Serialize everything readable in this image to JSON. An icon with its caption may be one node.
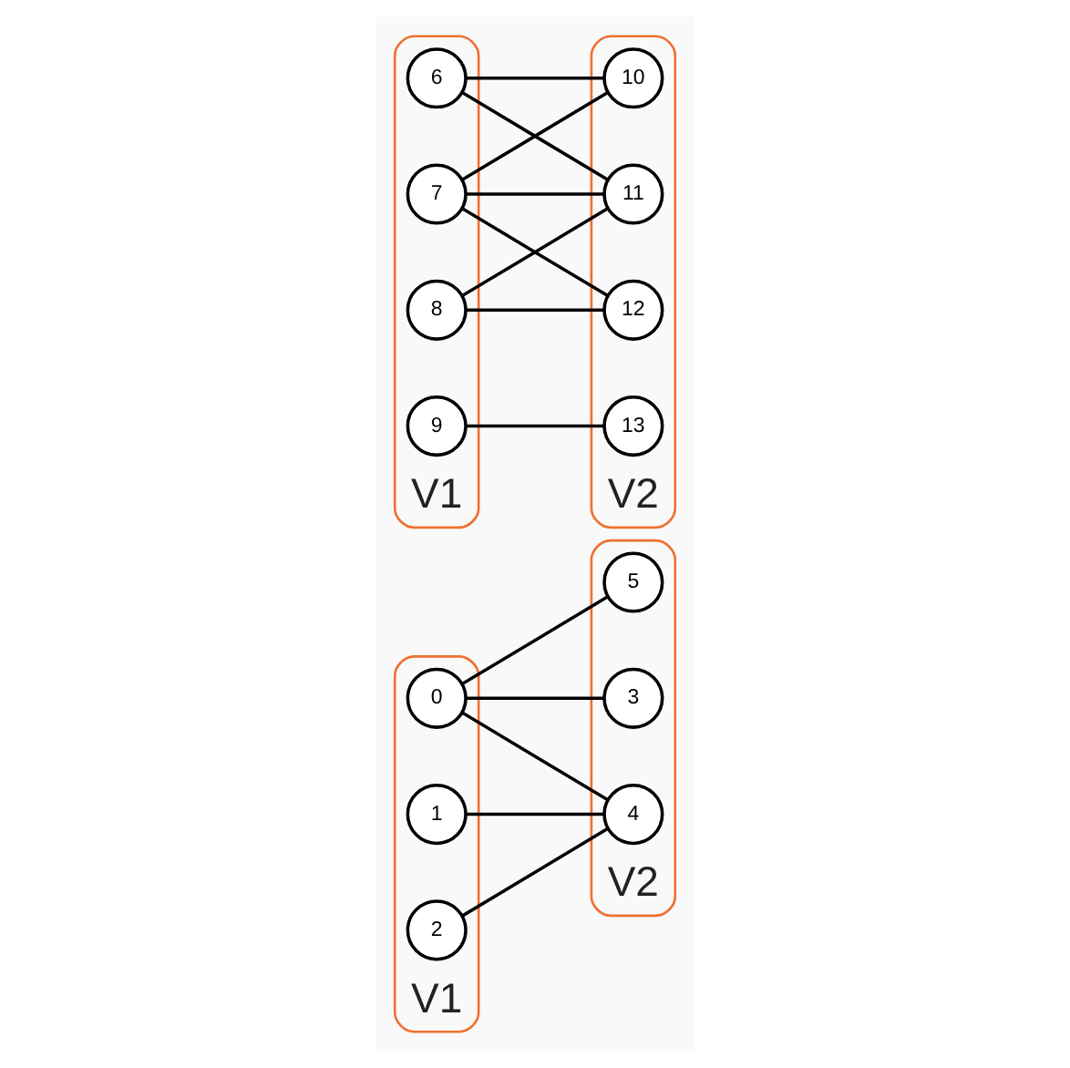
{
  "diagram": {
    "nodes": [
      {
        "text": [
          "V1"
        ]
      },
      {
        "text": [
          "0"
        ],
        "in": 0
      },
      {
        "text": [
          "1"
        ],
        "in": 0
      },
      {
        "text": [
          "2"
        ],
        "in": 0
      },
      {
        "text": [
          "V2"
        ]
      },
      {
        "text": [
          "3"
        ],
        "in": 4
      },
      {
        "text": [
          "4"
        ],
        "in": 4
      },
      {
        "text": [
          "5"
        ],
        "in": 4
      },
      {
        "text": [
          "V1"
        ]
      },
      {
        "text": [
          "6"
        ],
        "in": 8
      },
      {
        "text": [
          "7"
        ],
        "in": 8
      },
      {
        "text": [
          "8"
        ],
        "in": 8
      },
      {
        "text": [
          "9"
        ],
        "in": 8
      },
      {
        "text": [
          "V2"
        ]
      },
      {
        "text": [
          "10"
        ],
        "in": 13
      },
      {
        "text": [
          "11"
        ],
        "in": 13
      },
      {
        "text": [
          "12"
        ],
        "in": 13
      },
      {
        "text": [
          "13"
        ],
        "in": 13
      }
    ],
    "edges": [
      {
        "from": 1,
        "to": 5,
        "arrow": "none"
      },
      {
        "from": 1,
        "to": 6,
        "arrow": "none"
      },
      {
        "from": 1,
        "to": 7,
        "arrow": "none"
      },
      {
        "from": 2,
        "to": 6,
        "arrow": "none"
      },
      {
        "from": 3,
        "to": 6,
        "arrow": "none"
      },
      {
        "from": 9,
        "to": 14,
        "arrow": "none"
      },
      {
        "from": 9,
        "to": 15,
        "arrow": "none"
      },
      {
        "from": 10,
        "to": 14,
        "arrow": "none"
      },
      {
        "from": 10,
        "to": 15,
        "arrow": "none"
      },
      {
        "from": 10,
        "to": 16,
        "arrow": "none"
      },
      {
        "from": 11,
        "to": 15,
        "arrow": "none"
      },
      {
        "from": 11,
        "to": 16,
        "arrow": "none"
      },
      {
        "from": 12,
        "to": 17,
        "arrow": "none"
      }
    ]
  }
}
